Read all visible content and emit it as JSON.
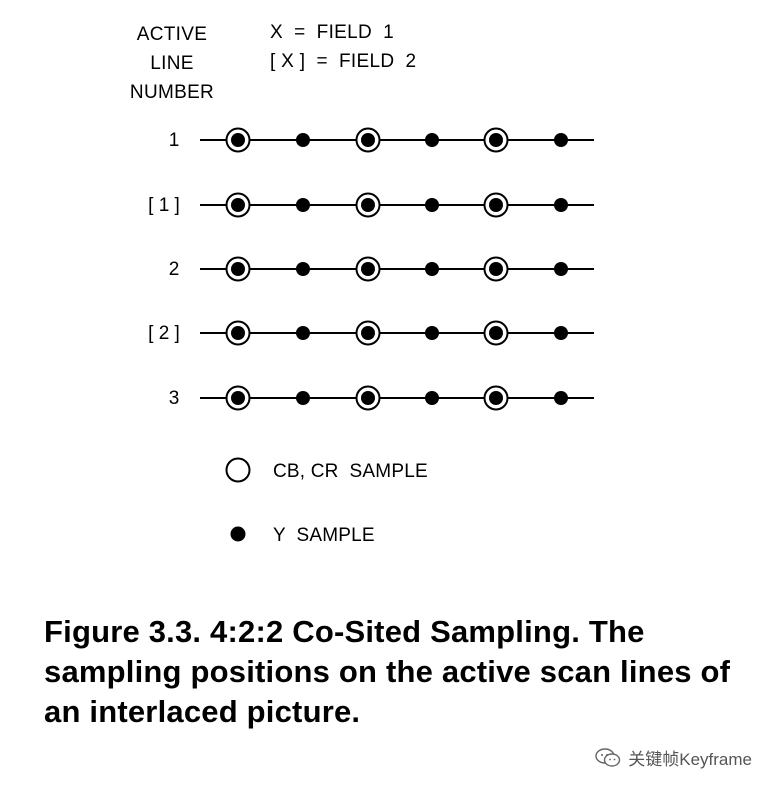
{
  "header": {
    "left_lines": [
      "ACTIVE",
      "LINE",
      "NUMBER"
    ],
    "right_lines": [
      "X  =  FIELD  1",
      "[ X ]  =  FIELD  2"
    ]
  },
  "rows": [
    {
      "label": "1"
    },
    {
      "label": "[ 1 ]"
    },
    {
      "label": "2"
    },
    {
      "label": "[ 2 ]"
    },
    {
      "label": "3"
    }
  ],
  "sample_pattern": [
    "cb-cr-y",
    "y",
    "cb-cr-y",
    "y",
    "cb-cr-y",
    "y"
  ],
  "legend": {
    "chroma_label": "CB, CR  SAMPLE",
    "luma_label": "Y  SAMPLE"
  },
  "caption": "Figure 3.3. 4:2:2 Co-Sited Sampling. The sampling positions on the active scan lines of an interlaced picture.",
  "watermark": "关键帧Keyframe",
  "icons": {
    "watermark_icon": "wechat-icon"
  },
  "colors": {
    "ink": "#000000",
    "background": "#ffffff",
    "watermark": "#555555"
  }
}
